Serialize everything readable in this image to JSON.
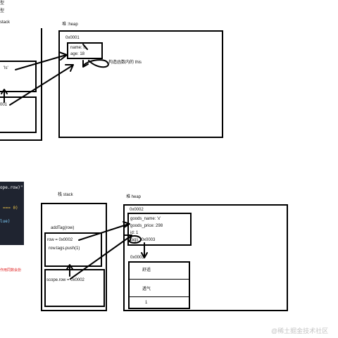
{
  "top_left_notes": [
    "型",
    "型"
  ],
  "diagram1": {
    "stack_label": "stack",
    "heap_label": "堆 :heap",
    "heap_address": "0x0001",
    "object_fields": [
      "name: ls",
      "age: 18"
    ],
    "this_note": "构造函数内的 this",
    "stack_text_1": "'ls'",
    "stack_text_2": "001"
  },
  "code_snippet": {
    "line1": "ope.row)\"",
    "line2": "=== 0)",
    "line3": "lue)"
  },
  "red_note": "作用同数会扮",
  "diagram2": {
    "stack_label": "栈   stack",
    "heap_label": "堆  heap",
    "stack_frame_name": "addTag(row)",
    "frame_lines": [
      "row = 0x0002",
      "row.tags.push(1)"
    ],
    "scope_row": "scope.row = 0x0002",
    "heap_address": "0x0002",
    "object_fields": [
      "goods_name: 'x'",
      "goods_price: 298",
      "id: 1"
    ],
    "tags_key": "tags",
    "tags_value": ":0x0003",
    "array_address": "0x0003",
    "array_items": [
      "舒适",
      "透气",
      "1"
    ]
  },
  "watermark": "@稀土掘金技术社区"
}
